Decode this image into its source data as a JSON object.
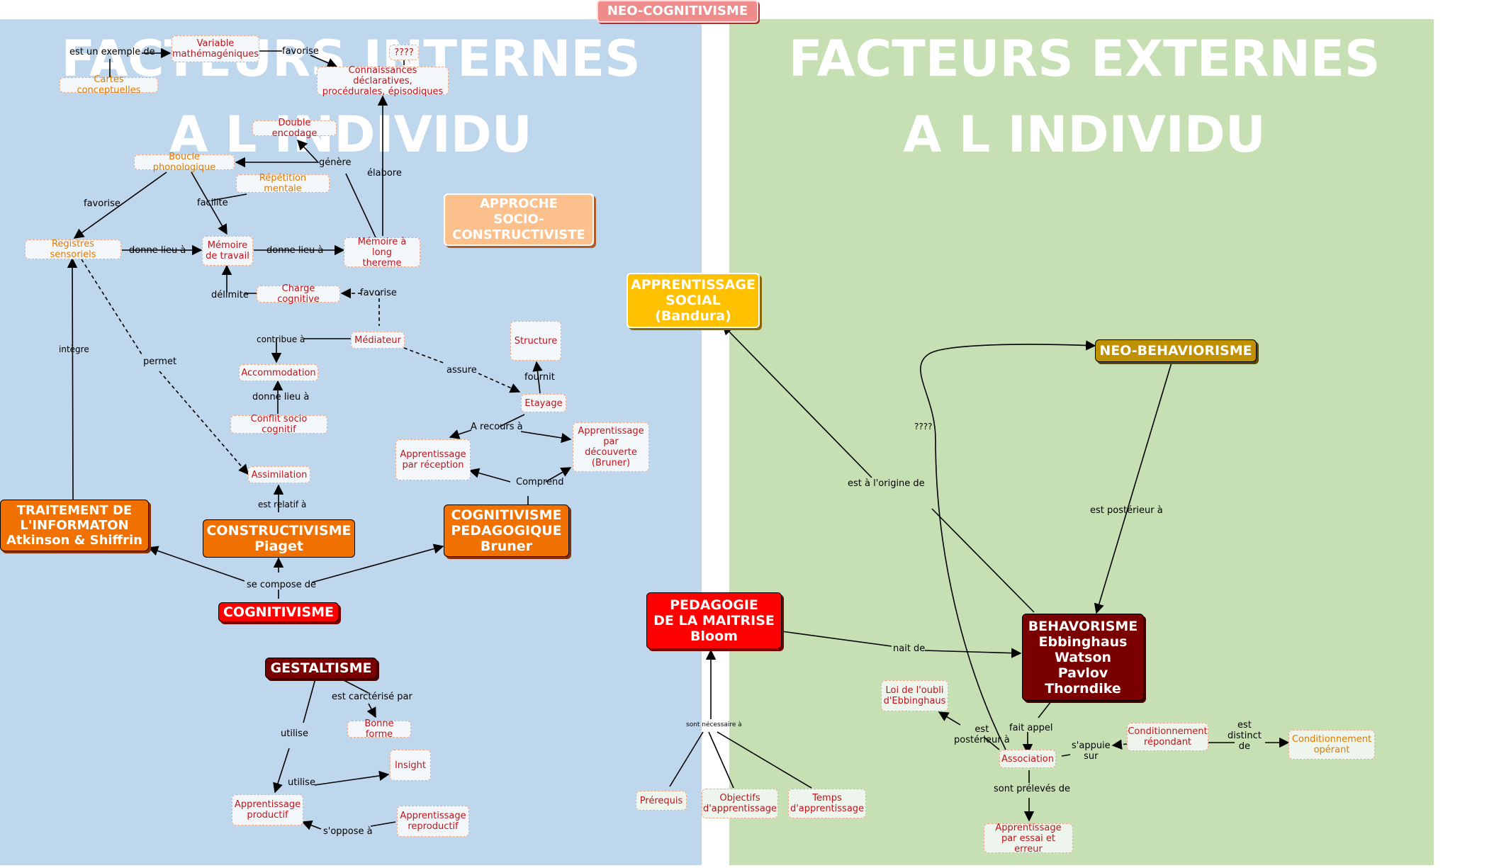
{
  "map_title": "NEO-COGNITIVISME",
  "titles": {
    "left": "FACTEURS INTERNES A L INDIVIDU",
    "right": "FACTEURS EXTERNES A L INDIVIDU"
  },
  "colors": {
    "left_bg": "#bfd7ec",
    "right_bg": "#c6e0b4",
    "concept_red": "#c0141c",
    "concept_orange": "#e07b00",
    "orange_fill": "#f07000",
    "red_fill": "#ff0000",
    "dark_red_fill": "#7a0000",
    "yellow_fill": "#ffc000",
    "peach_fill": "#fbc08c",
    "olive_fill": "#bf9000"
  },
  "nodes": {
    "variable": "Variable\nmathémagéniques",
    "cartes": "Cartes conceptuelles",
    "qqqq": "????",
    "connaissances": "Connaissances déclaratives,\nprocédurales, épisodiques",
    "double": "Double encodage",
    "boucle": "Boucle phonologique",
    "repetition": "Répétition mentale",
    "registres": "Registres sensoriels",
    "memtravail": "Mémoire\nde travail",
    "memlong": "Mémoire à long\nthereme",
    "charge": "Charge cognitive",
    "mediateur": "Médiateur",
    "accommodation": "Accommodation",
    "conflit": "Conflit socio cognitif",
    "assimilation": "Assimilation",
    "structure": "Structure",
    "etayage": "Etayage",
    "app_reception": "Apprentissage\npar réception",
    "app_decouverte": "Apprentissage\npar découverte\n(Bruner)",
    "approche": "APPROCHE\nSOCIO-\nCONSTRUCTIVISTE",
    "traitement": "TRAITEMENT DE\nL'INFORMATON\nAtkinson & Shiffrin",
    "constructivisme": "CONSTRUCTIVISME\nPiaget",
    "cog_peda": "COGNITIVISME\nPEDAGOGIQUE\nBruner",
    "cognitivisme": "COGNITIVISME",
    "gestaltisme": "GESTALTISME",
    "bonne_forme": "Bonne forme",
    "insight": "Insight",
    "app_productif": "Apprentissage\nproductif",
    "app_reproductif": "Apprentissage\nreproductif",
    "app_social": "APPRENTISSAGE\nSOCIAL\n(Bandura)",
    "neo_behav": "NEO-BEHAVIORISME",
    "pedagogie": "PEDAGOGIE\nDE LA MAITRISE\nBloom",
    "behaviorisme": "BEHAVORISME\nEbbinghaus\nWatson\nPavlov\nThorndike",
    "loi_oubli": "Loi de l'oubli\nd'Ebbinghaus",
    "association": "Association",
    "cond_repondant": "Conditionnement\nrépondant",
    "cond_operant": "Conditionnement\nopérant",
    "prerequis": "Prérequis",
    "objectifs": "Objectifs\nd'apprentissage",
    "temps": "Temps\nd'apprentissage",
    "app_essai": "Apprentissage\npar essai et erreur"
  },
  "labels": {
    "est_un_exemple": "est un exemple de",
    "favorise_top": "favorise",
    "genere": "génère",
    "elabore": "élabore",
    "favorise_left": "favorise",
    "facilite": "facilite",
    "donne_lieu_1": "donne lieu à",
    "donne_lieu_2": "donne lieu à",
    "delimite": "délimite",
    "favorise_mid": "favorise",
    "contribue": "contribue à",
    "donne_lieu_3": "donne lieu à",
    "integre": "intègre",
    "permet": "permet",
    "assure": "assure",
    "fournit": "fournit",
    "a_recours": "A recours à",
    "comprend": "Comprend",
    "est_relatif": "est relatif à",
    "se_compose": "se compose de",
    "est_caracterise": "est carctérisé par",
    "utilise_1": "utilise",
    "utilise_2": "utilise",
    "s_oppose": "s'oppose à",
    "origine": "est à l'origine de",
    "qqqq_right": "????",
    "posterieur_1": "est postérieur à",
    "nait_de": "nait de",
    "necessaires": "sont nécessaire à",
    "posterieur_2": "est\npostérieur à",
    "fait_appel": "fait appel",
    "s_appuie": "s'appuie\nsur",
    "distinct": "est\ndistinct\nde",
    "preleves": "sont prélevés de"
  }
}
